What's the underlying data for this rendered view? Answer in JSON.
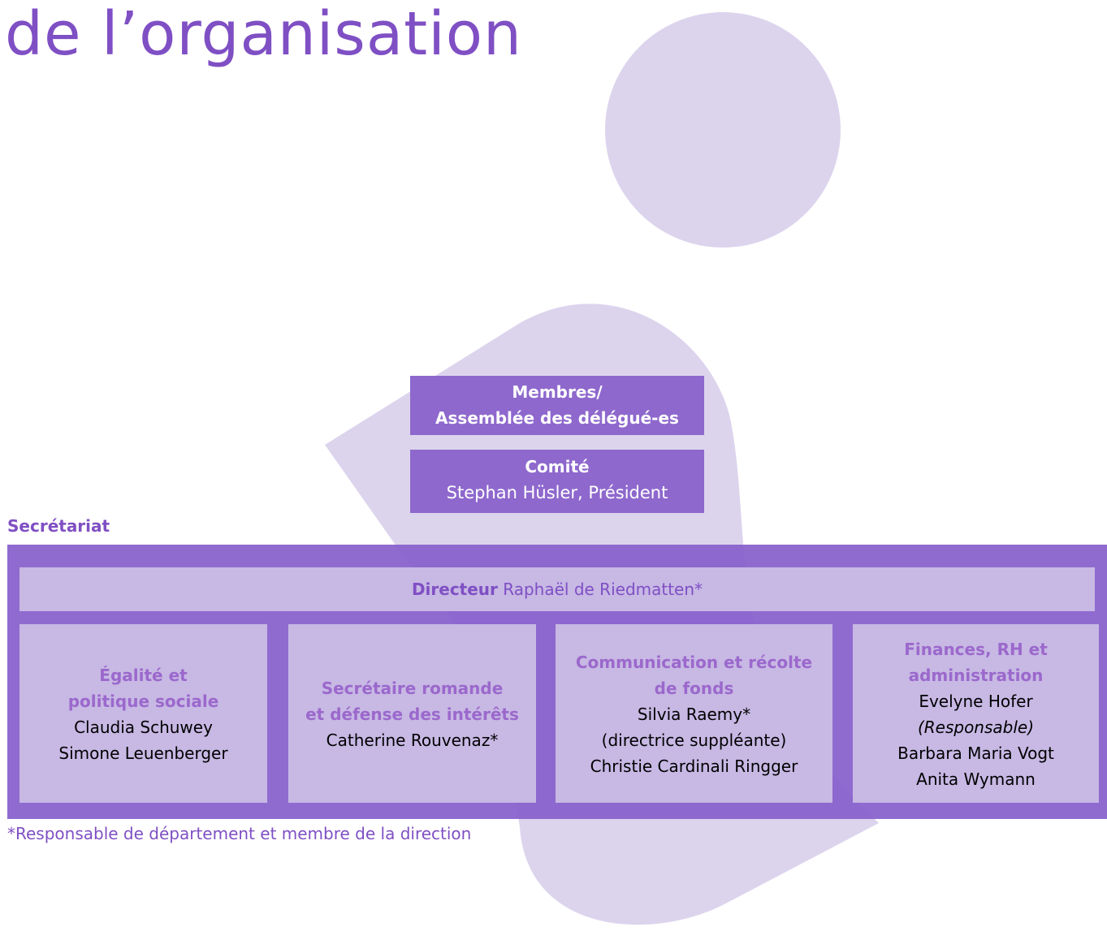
{
  "title": "de l’organisation",
  "colors": {
    "accent": "#7f4fc4",
    "box_fill": "#8e68cd",
    "frame_fill": "#855ecb",
    "inner_fill": "#c7b8e4",
    "background_shape": "#dcd4ed"
  },
  "membres": {
    "line1": "Membres/",
    "line2": "Assemblée des délégué-es"
  },
  "comite": {
    "title": "Comité",
    "person": "Stephan Hüsler, Président"
  },
  "secretariat": {
    "label": "Secrétariat",
    "directeur": {
      "role": "Directeur",
      "name": "Raphaël de Riedmatten*"
    },
    "departments": [
      {
        "title_lines": [
          "Égalité et",
          "politique sociale"
        ],
        "people": [
          "Claudia Schuwey",
          "Simone Leuenberger"
        ]
      },
      {
        "title_lines": [
          "Secrétaire romande",
          "et défense des intérêts"
        ],
        "people": [
          "Catherine Rouvenaz*"
        ]
      },
      {
        "title_lines": [
          "Communication et récolte",
          "de fonds"
        ],
        "people": [
          "Silvia Raemy*",
          "(directrice suppléante)",
          "Christie Cardinali Ringger"
        ]
      },
      {
        "title_lines": [
          "Finances, RH et",
          "administration"
        ],
        "people": [
          "Evelyne Hofer",
          "(Responsable)",
          "Barbara Maria Vogt",
          "Anita Wymann"
        ]
      }
    ]
  },
  "footnote": "*Responsable de département et membre de la direction"
}
